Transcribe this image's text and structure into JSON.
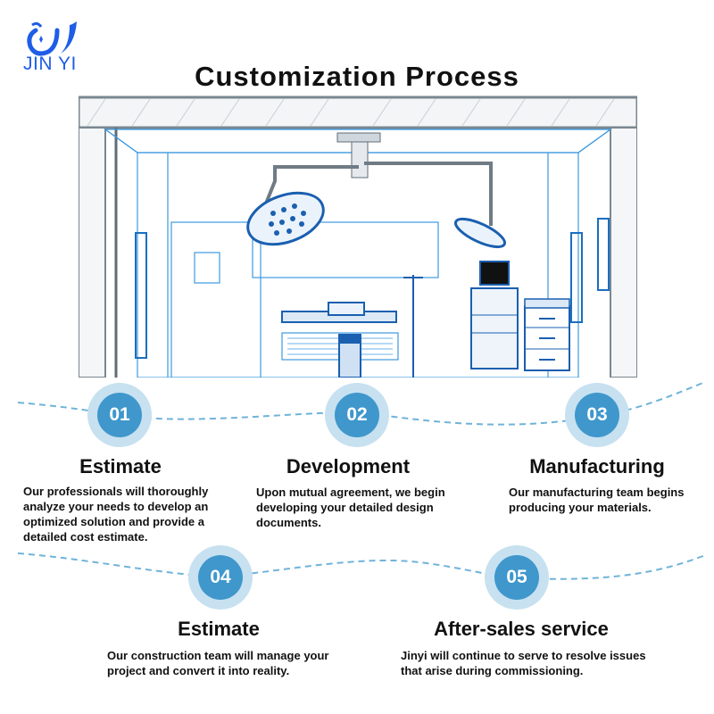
{
  "brand": {
    "name": "JIN YI",
    "color": "#1e5ee6"
  },
  "page": {
    "title": "Customization Process"
  },
  "accent": {
    "circle_outer": "#c7e1f0",
    "circle_inner": "#3f97cc",
    "wave": "#6fb3d9"
  },
  "illustration": {
    "subject": "operating-room-blueprint",
    "description": "Clean operating room line drawing with surgical lights, operating table, anesthesia machine, IV pole and cabinet"
  },
  "steps": [
    {
      "number": "01",
      "title": "Estimate",
      "description": "Our professionals will thoroughly analyze your needs to develop an optimized solution and provide a detailed cost estimate."
    },
    {
      "number": "02",
      "title": "Development",
      "description": "Upon mutual agreement, we begin developing your detailed design documents."
    },
    {
      "number": "03",
      "title": "Manufacturing",
      "description": "Our manufacturing team begins producing your materials."
    },
    {
      "number": "04",
      "title": "Estimate",
      "description": "Our construction team will manage your project and convert it into reality."
    },
    {
      "number": "05",
      "title": "After-sales service",
      "description": "Jinyi will continue to serve to resolve issues that arise during commissioning."
    }
  ]
}
